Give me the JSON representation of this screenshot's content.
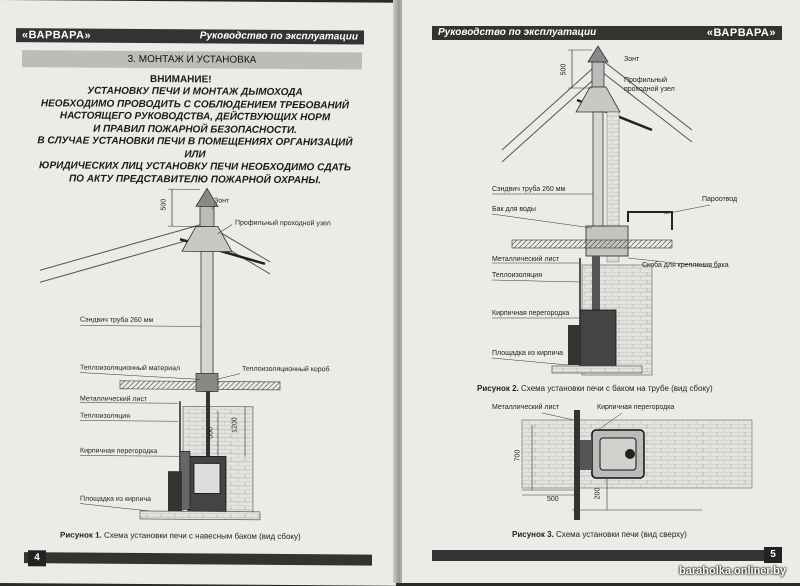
{
  "left_page": {
    "brand": "«ВАРВАРА»",
    "header": "Руководство по эксплуатации",
    "section_title": "3. МОНТАЖ И УСТАНОВКА",
    "warning_title": "ВНИМАНИЕ!",
    "warning_lines": [
      "УСТАНОВКУ ПЕЧИ И МОНТАЖ ДЫМОХОДА",
      "НЕОБХОДИМО ПРОВОДИТЬ С СОБЛЮДЕНИЕМ ТРЕБОВАНИЙ",
      "НАСТОЯЩЕГО РУКОВОДСТВА, ДЕЙСТВУЮЩИХ НОРМ",
      "И ПРАВИЛ ПОЖАРНОЙ БЕЗОПАСНОСТИ.",
      "В СЛУЧАЕ УСТАНОВКИ ПЕЧИ В ПОМЕЩЕНИЯХ ОРГАНИЗАЦИЙ ИЛИ",
      "ЮРИДИЧЕСКИХ ЛИЦ УСТАНОВКУ ПЕЧИ НЕОБХОДИМО СДАТЬ",
      "ПО АКТУ ПРЕДСТАВИТЕЛЮ ПОЖАРНОЙ ОХРАНЫ."
    ],
    "labels": {
      "zont": "Зонт",
      "dim_500_top": "500",
      "profile_node": "Профильный проходной узел",
      "sandwich": "Сэндвич труба 260 мм",
      "insulation_material": "Теплоизоляционный материал",
      "insulation_box": "Теплоизоляционный короб",
      "metal_sheet": "Металлический лист",
      "thermal_insulation": "Теплоизоляция",
      "brick_partition": "Кирпичная перегородка",
      "brick_platform": "Площадка из кирпича",
      "dim_500": "500",
      "dim_1200": "1200"
    },
    "caption_bold": "Рисунок 1.",
    "caption_text": " Схема установки печи с навесным баком (вид сбоку)",
    "page_number": "4"
  },
  "right_page": {
    "header": "Руководство по эксплуатации",
    "brand": "«ВАРВАРА»",
    "labels_fig2": {
      "zont": "Зонт",
      "dim_500": "500",
      "profile_node_1": "Профильный",
      "profile_node_2": "проходной узел",
      "sandwich": "Сэндвич труба 260 мм",
      "water_tank": "Бак для воды",
      "steam_pipe": "Пароотвод",
      "metal_sheet": "Металлический лист",
      "tank_bracket": "Скоба для крепления бака",
      "thermal_insulation": "Теплоизоляция",
      "brick_partition": "Кирпичная перегородка",
      "brick_platform": "Площадка из кирпича"
    },
    "caption2_bold": "Рисунок 2.",
    "caption2_text": " Схема установки печи с  баком на трубе (вид сбоку)",
    "labels_fig3": {
      "metal_sheet": "Металлический лист",
      "brick_partition": "Кирпичная перегородка",
      "dim_700": "700",
      "dim_500": "500",
      "dim_200": "200"
    },
    "caption3_bold": "Рисунок 3.",
    "caption3_text": " Схема установки печи  (вид сверху)",
    "page_number": "5",
    "watermark": "baraholka.onliner.by"
  }
}
